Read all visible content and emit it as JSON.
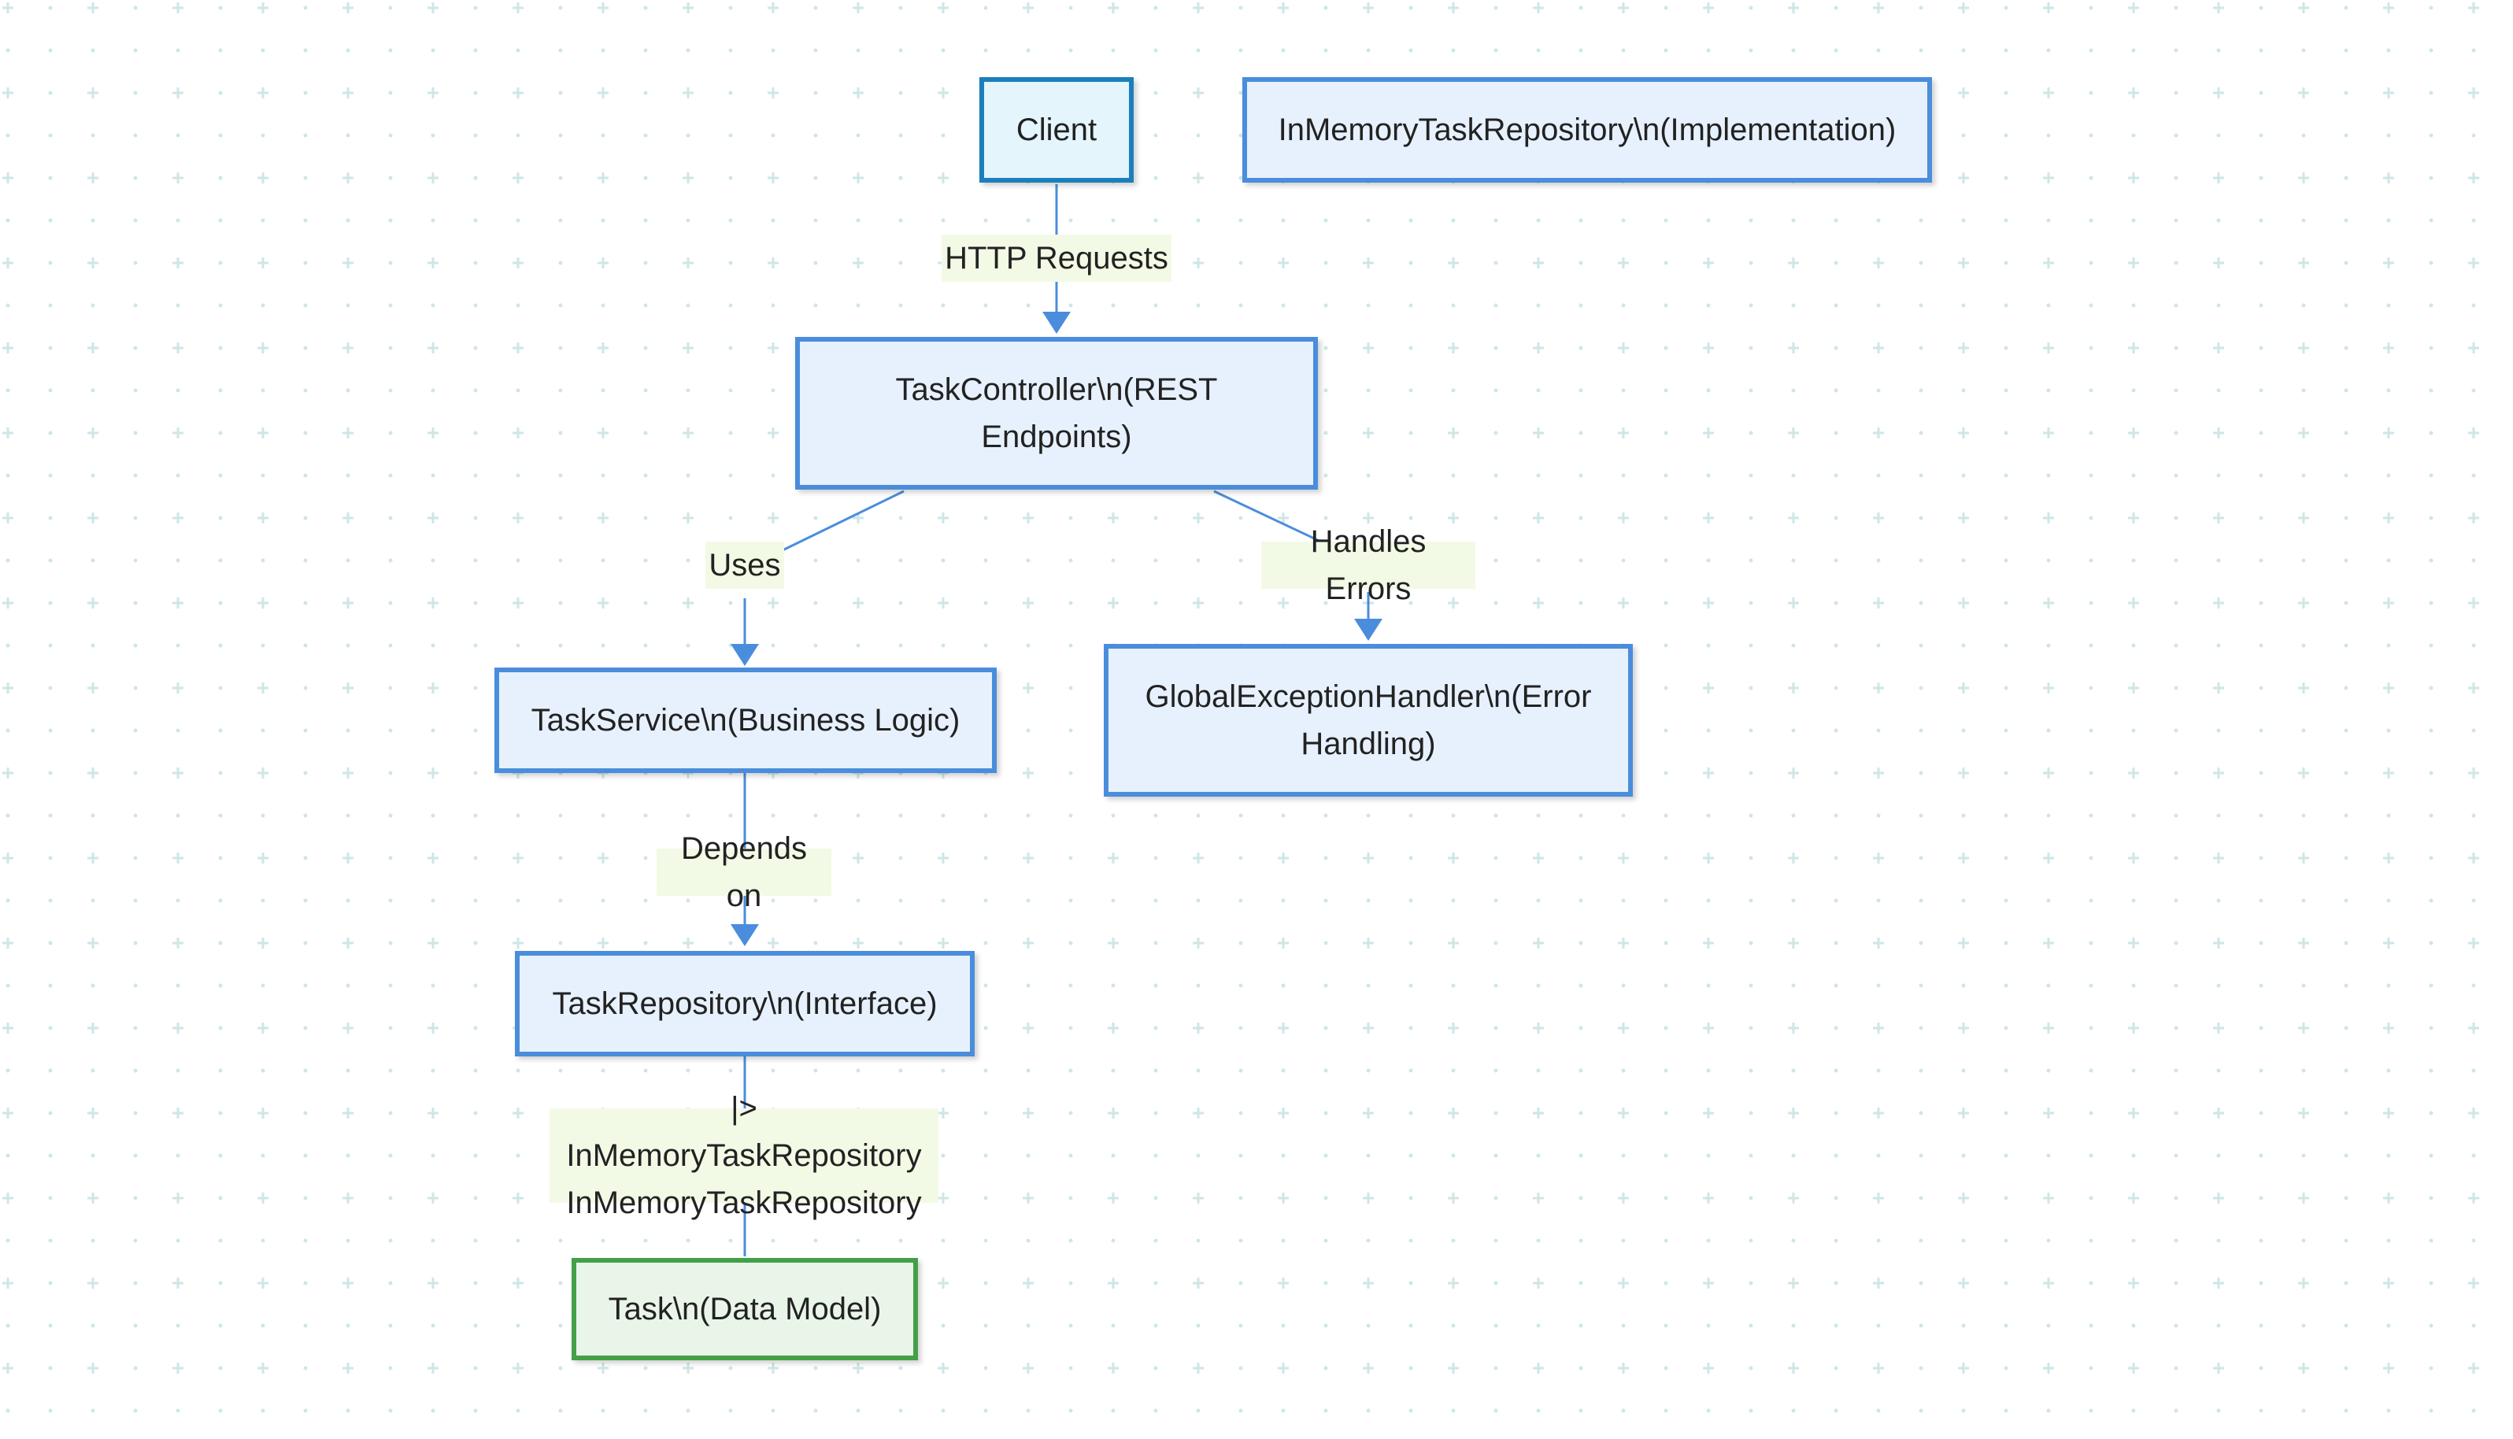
{
  "colors": {
    "node_fill": "#e7f1fd",
    "node_border": "#4a8ddc",
    "client_fill": "#e4f5fc",
    "client_border": "#1a7fbc",
    "model_fill": "#e9f5e9",
    "model_border": "#43a047",
    "edge": "#4a8ddc",
    "edge_label_bg": "#f2fae6",
    "grid_mark": "#cfe6e6"
  },
  "nodes": {
    "client": "Client",
    "in_memory_impl": "InMemoryTaskRepository\\n(Implementation)",
    "task_controller": "TaskController\\n(REST Endpoints)",
    "task_service": "TaskService\\n(Business Logic)",
    "global_exception_handler": "GlobalExceptionHandler\\n(Error Handling)",
    "task_repository": "TaskRepository\\n(Interface)",
    "task_model": "Task\\n(Data Model)"
  },
  "edges": {
    "client_to_controller": "HTTP Requests",
    "controller_to_service": "Uses",
    "controller_to_handler": "Handles Errors",
    "service_to_repository": "Depends on",
    "repository_to_model_line1": "|> InMemoryTaskRepository",
    "repository_to_model_line2": "InMemoryTaskRepository"
  }
}
